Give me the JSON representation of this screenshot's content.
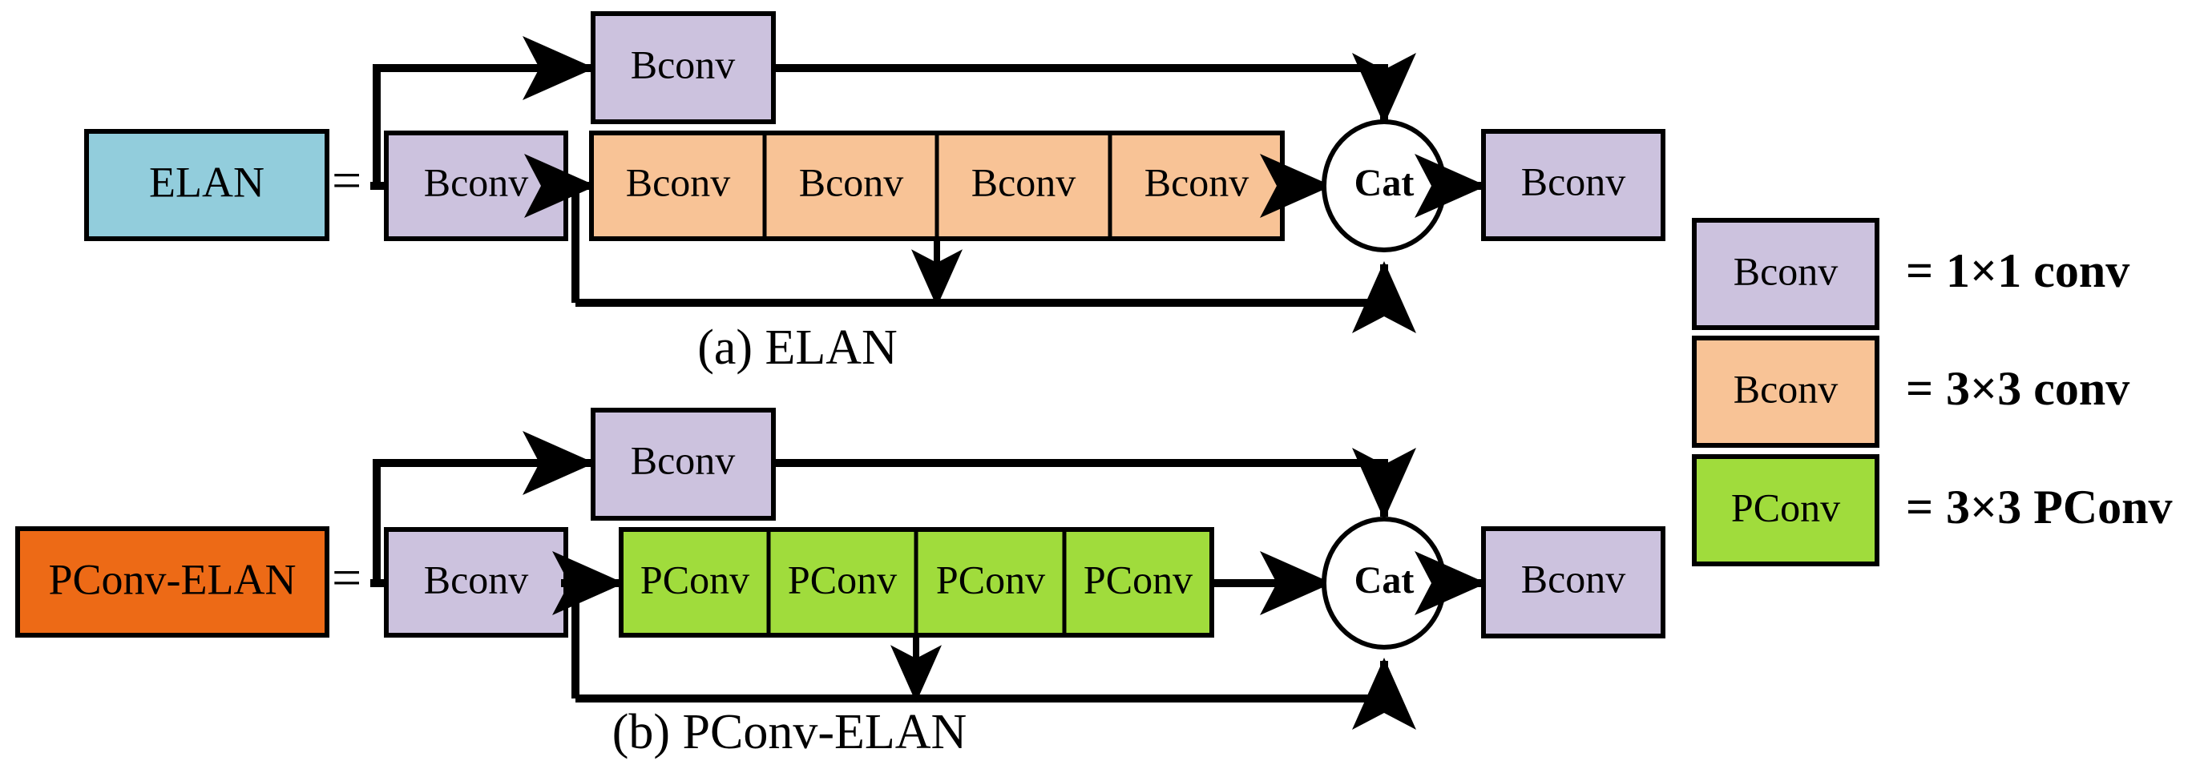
{
  "figure": {
    "title": "ELAN and PConv-ELAN block diagrams",
    "background": "#ffffff"
  },
  "colors": {
    "bconv_1x1": "#CCC2DE",
    "bconv_3x3": "#F8C396",
    "pconv_3x3": "#A0DC3C",
    "elan_block": "#92CDDC",
    "pconv_elan_block": "#ED6A16",
    "stroke": "#000000",
    "canvas": "#ffffff"
  },
  "panels": [
    {
      "id": "panel-a",
      "caption": "(a) ELAN",
      "source_block": {
        "label": "ELAN",
        "color_key": "elan_block"
      },
      "equals_sign": "=",
      "stem_bconv": {
        "label": "Bconv",
        "color_key": "bconv_1x1"
      },
      "skip_bconv": {
        "label": "Bconv",
        "color_key": "bconv_1x1"
      },
      "chain": {
        "color_key": "bconv_3x3",
        "cells": [
          {
            "label": "Bconv"
          },
          {
            "label": "Bconv"
          },
          {
            "label": "Bconv"
          },
          {
            "label": "Bconv"
          }
        ]
      },
      "concat": {
        "label": "Cat"
      },
      "out_bconv": {
        "label": "Bconv",
        "color_key": "bconv_1x1"
      }
    },
    {
      "id": "panel-b",
      "caption": "(b) PConv-ELAN",
      "source_block": {
        "label": "PConv-ELAN",
        "color_key": "pconv_elan_block"
      },
      "equals_sign": "=",
      "stem_bconv": {
        "label": "Bconv",
        "color_key": "bconv_1x1"
      },
      "skip_bconv": {
        "label": "Bconv",
        "color_key": "bconv_1x1"
      },
      "chain": {
        "color_key": "pconv_3x3",
        "cells": [
          {
            "label": "PConv"
          },
          {
            "label": "PConv"
          },
          {
            "label": "PConv"
          },
          {
            "label": "PConv"
          }
        ]
      },
      "concat": {
        "label": "Cat"
      },
      "out_bconv": {
        "label": "Bconv",
        "color_key": "bconv_1x1"
      }
    }
  ],
  "legend": {
    "items": [
      {
        "swatch_label": "Bconv",
        "color_key": "bconv_1x1",
        "equals": "=",
        "description": "1×1 conv"
      },
      {
        "swatch_label": "Bconv",
        "color_key": "bconv_3x3",
        "equals": "=",
        "description": "3×3 conv"
      },
      {
        "swatch_label": "PConv",
        "color_key": "pconv_3x3",
        "equals": "=",
        "description": "3×3 PConv"
      }
    ]
  }
}
